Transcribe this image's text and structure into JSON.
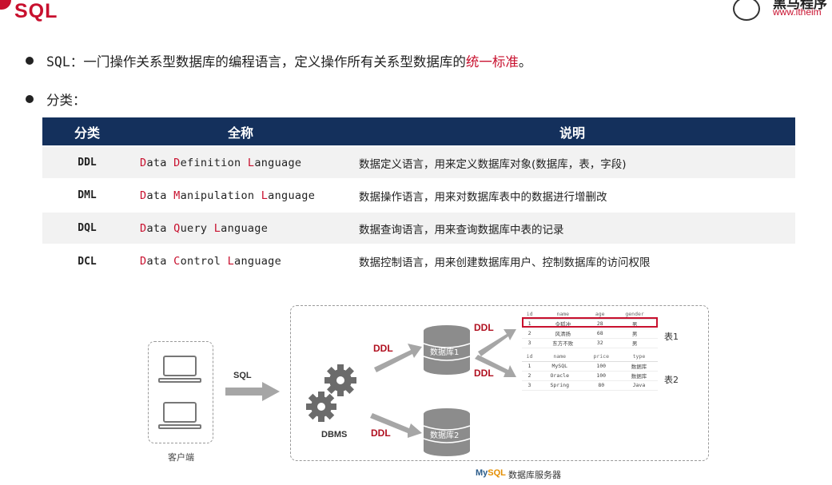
{
  "header": {
    "title": "SQL",
    "brand_name": "黑马程序",
    "brand_url": "www.itheim"
  },
  "bullets": {
    "b1_prefix": "SQL：",
    "b1_text": "一门操作关系型数据库的编程语言，定义操作所有关系型数据库的",
    "b1_highlight": "统一标准",
    "b1_suffix": "。",
    "b2_text": "分类："
  },
  "table": {
    "headers": [
      "分类",
      "全称",
      "说明"
    ],
    "rows": [
      {
        "code": "DDL",
        "full_parts": [
          [
            "D",
            "ata "
          ],
          [
            "D",
            "efinition "
          ],
          [
            "L",
            "anguage"
          ]
        ],
        "desc": "数据定义语言，用来定义数据库对象(数据库，表，字段)"
      },
      {
        "code": "DML",
        "full_parts": [
          [
            "D",
            "ata "
          ],
          [
            "M",
            "anipulation "
          ],
          [
            "L",
            "anguage"
          ]
        ],
        "desc": "数据操作语言，用来对数据库表中的数据进行增删改"
      },
      {
        "code": "DQL",
        "full_parts": [
          [
            "D",
            "ata "
          ],
          [
            "Q",
            "uery "
          ],
          [
            "L",
            "anguage"
          ]
        ],
        "desc": "数据查询语言，用来查询数据库中表的记录"
      },
      {
        "code": "DCL",
        "full_parts": [
          [
            "D",
            "ata "
          ],
          [
            "C",
            "ontrol "
          ],
          [
            "L",
            "anguage"
          ]
        ],
        "desc": "数据控制语言，用来创建数据库用户、控制数据库的访问权限"
      }
    ]
  },
  "diagram": {
    "client_label": "客户端",
    "sql_label": "SQL",
    "dbms_label": "DBMS",
    "ddl_label": "DDL",
    "db1_label": "数据库1",
    "db2_label": "数据库2",
    "table1_label": "表1",
    "table2_label": "表2",
    "mysql_my": "My",
    "mysql_sql": "SQL",
    "server_label": "数据库服务器",
    "table1": {
      "headers": [
        "id",
        "name",
        "age",
        "gender"
      ],
      "rows": [
        [
          "1",
          "令狐冲",
          "28",
          "男"
        ],
        [
          "2",
          "风清扬",
          "68",
          "男"
        ],
        [
          "3",
          "东方不败",
          "32",
          "男"
        ]
      ]
    },
    "table2": {
      "headers": [
        "id",
        "name",
        "price",
        "type"
      ],
      "rows": [
        [
          "1",
          "MySQL",
          "100",
          "数据库"
        ],
        [
          "2",
          "Oracle",
          "100",
          "数据库"
        ],
        [
          "3",
          "Spring",
          "80",
          "Java"
        ]
      ]
    },
    "colors": {
      "accent": "#c8102e",
      "header_bg": "#14305c",
      "ddl": "#b01020",
      "gear": "#6b6b6b",
      "arrow": "#a6a6a6"
    }
  }
}
